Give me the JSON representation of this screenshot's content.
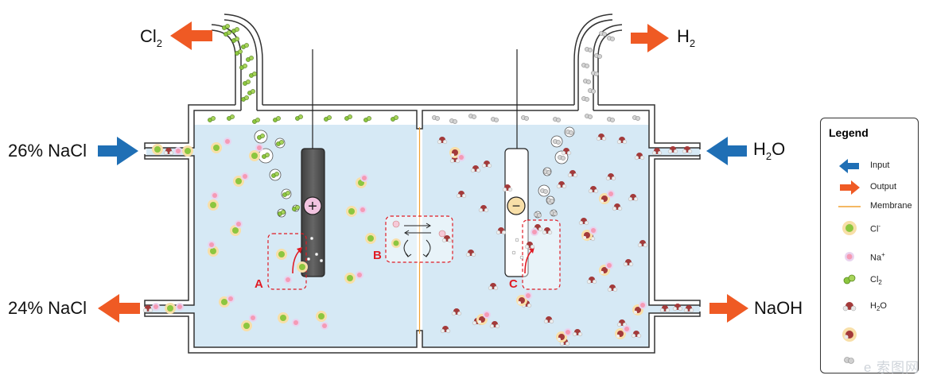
{
  "labels": {
    "cl2": "Cl",
    "cl2_sub": "2",
    "h2": "H",
    "h2_sub": "2",
    "in_nacl": "26% NaCl",
    "in_h2o": "H",
    "in_h2o_sub": "2",
    "in_h2o_end": "O",
    "out_nacl": "24% NaCl",
    "out_naoh": "NaOH",
    "anode_sign": "+",
    "cathode_sign": "−",
    "region_a": "A",
    "region_b": "B",
    "region_c": "C"
  },
  "legend": {
    "title": "Legend",
    "items": {
      "input": "Input",
      "output": "Output",
      "membrane": "Membrane",
      "cl_ion": "Cl",
      "cl_ion_sup": "-",
      "na_ion": "Na",
      "na_ion_sup": "+",
      "cl2": "Cl",
      "cl2_sub": "2",
      "h2o": "H",
      "h2o_sub": "2",
      "h2o_end": "O"
    }
  },
  "watermark": "e 索图网",
  "colors": {
    "input_arrow": "#1f6fb5",
    "output_arrow": "#ef5a24",
    "membrane": "#f0a030",
    "electrolyte": "#d6e9f5",
    "anode": "#555555",
    "cathode": "#ffffff",
    "highlight": "#e01b24"
  }
}
